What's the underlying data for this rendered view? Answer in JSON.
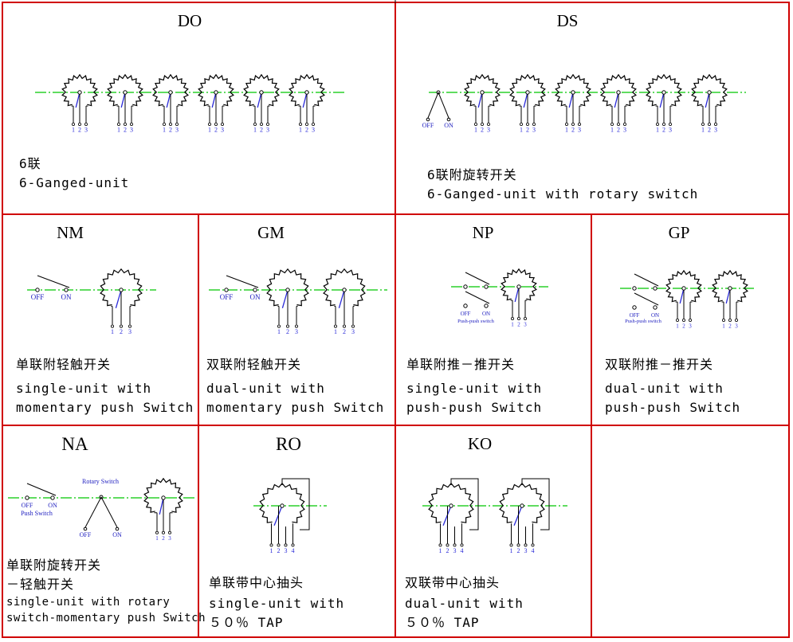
{
  "cells": {
    "DO": {
      "code": "DO",
      "zh": "6联",
      "en1": "6-Ganged-unit",
      "en2": ""
    },
    "DS": {
      "code": "DS",
      "zh": "6联附旋转开关",
      "en1": "6-Ganged-unit with rotary switch",
      "en2": ""
    },
    "NM": {
      "code": "NM",
      "zh": "单联附轻触开关",
      "en1": "single-unit with",
      "en2": "momentary push Switch"
    },
    "GM": {
      "code": "GM",
      "zh": "双联附轻触开关",
      "en1": "dual-unit with",
      "en2": "momentary push Switch"
    },
    "NP": {
      "code": "NP",
      "zh": "单联附推－推开关",
      "en1": "single-unit with",
      "en2": "push-push Switch"
    },
    "GP": {
      "code": "GP",
      "zh": "双联附推－推开关",
      "en1": "dual-unit with",
      "en2": "push-push Switch"
    },
    "NA": {
      "code": "NA",
      "zh": "单联附旋转开关",
      "zh2": "－轻触开关",
      "en1": "single-unit with rotary",
      "en2": "switch-momentary push Switch"
    },
    "RO": {
      "code": "RO",
      "zh": "单联带中心抽头",
      "en1": "single-unit with",
      "en2": "５０％ TAP"
    },
    "KO": {
      "code": "KO",
      "zh": "双联带中心抽头",
      "en1": "dual-unit with",
      "en2": "５０％ TAP"
    }
  },
  "labels": {
    "off": "OFF",
    "on": "ON",
    "push_push_switch": "Push-push switch",
    "push_switch": "Push Switch",
    "rotary_switch": "Rotary Switch",
    "pin1": "1",
    "pin2": "2",
    "pin3": "3",
    "pin4": "4"
  },
  "colors": {
    "border": "#d00000",
    "axis": "#00c800",
    "wiper": "#2a2ad8",
    "switch_label": "#2020c0"
  }
}
